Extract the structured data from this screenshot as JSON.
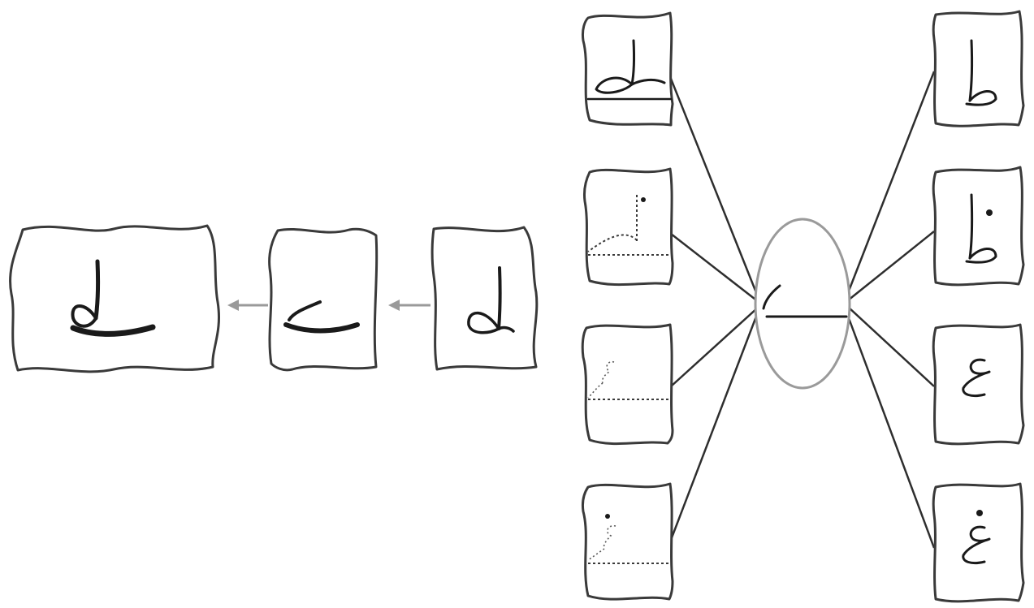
{
  "colors": {
    "outline": "#3a3a3a",
    "connector": "#2e2e2e",
    "flow_arrow": "#9a9a9a",
    "ellipse": "#9a9a9a",
    "glyph": "#1a1a1a",
    "background": "#ffffff"
  },
  "pipeline": {
    "stages": [
      {
        "name": "input-letter-ta",
        "content": "glyph-ta"
      },
      {
        "name": "stroke-body",
        "content": "glyph-body-stroke"
      },
      {
        "name": "rendered-ta",
        "content": "glyph-ta-calligraphic"
      }
    ],
    "direction": "right-to-left"
  },
  "decomposition": {
    "shared_component": "glyph-base-stroke",
    "left_column": [
      {
        "name": "variant-ta-underline",
        "content": "glyph-ta-with-baseline"
      },
      {
        "name": "variant-dotted-za",
        "content": "glyph-dotted-za"
      },
      {
        "name": "variant-dotted-ain",
        "content": "glyph-dotted-ain"
      },
      {
        "name": "variant-dotted-ghain",
        "content": "glyph-dotted-ghain"
      }
    ],
    "right_column": [
      {
        "name": "letter-ta",
        "content": "glyph-ta"
      },
      {
        "name": "letter-za",
        "content": "glyph-za"
      },
      {
        "name": "letter-ain",
        "content": "glyph-ain"
      },
      {
        "name": "letter-ghain",
        "content": "glyph-ghain"
      }
    ]
  }
}
